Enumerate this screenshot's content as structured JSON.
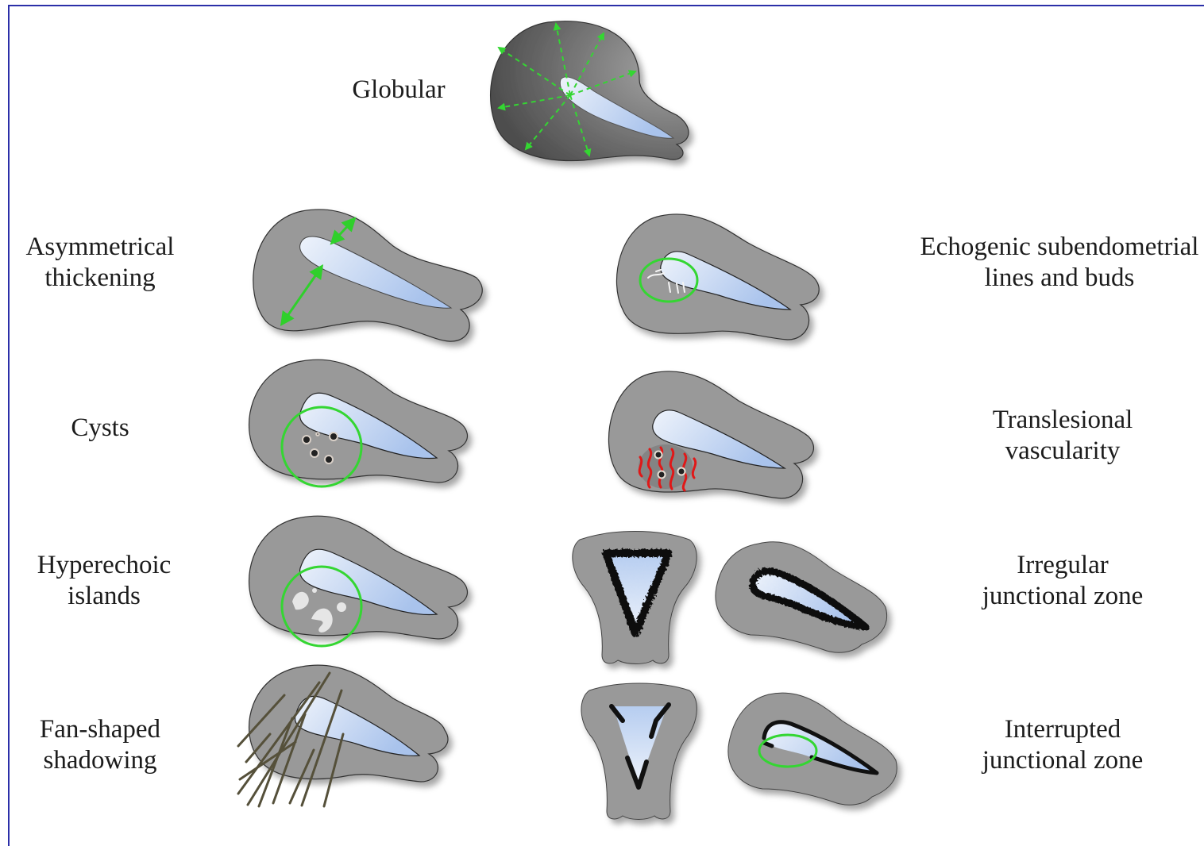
{
  "labels": {
    "globular": [
      "Globular"
    ],
    "asymmetrical": [
      "Asymmetrical",
      "thickening"
    ],
    "cysts": [
      "Cysts"
    ],
    "hyperechoic": [
      "Hyperechoic",
      "islands"
    ],
    "fan": [
      "Fan-shaped",
      "shadowing"
    ],
    "echogenic": [
      "Echogenic subendometrial",
      "lines and buds"
    ],
    "translesional": [
      "Translesional",
      "vascularity"
    ],
    "irregular": [
      "Irregular",
      "junctional zone"
    ],
    "interrupted": [
      "Interrupted",
      "junctional zone"
    ]
  },
  "colors": {
    "frame": "#2b2fa8",
    "uterus": "#9a9a9a",
    "uterus_globular_dark": "#5a5a5a",
    "cavity_light": "#f2f6fc",
    "cavity_blue": "#a9c3ec",
    "highlight_green": "#34d632",
    "vessel_red": "#e01818",
    "shadow_line": "#55503a"
  }
}
